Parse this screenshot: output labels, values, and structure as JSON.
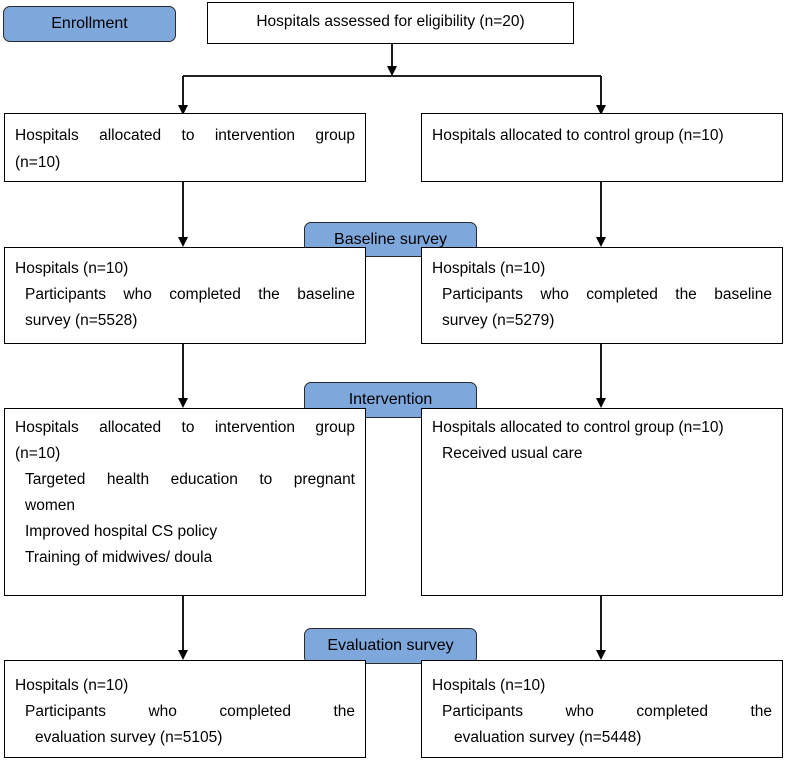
{
  "stages": {
    "enrollment": "Enrollment",
    "baseline": "Baseline survey",
    "intervention": "Intervention",
    "evaluation": "Evaluation survey"
  },
  "eligibility": {
    "text": "Hospitals assessed for eligibility (n=20)"
  },
  "allocation": {
    "intervention": {
      "line1": "Hospitals allocated to intervention group",
      "line2": "(n=10)"
    },
    "control": {
      "text": "Hospitals allocated to control group (n=10)"
    }
  },
  "baseline": {
    "intervention": {
      "hospitals": "Hospitals (n=10)",
      "line1": "Participants who completed the baseline",
      "line2": "survey (n=5528)"
    },
    "control": {
      "hospitals": "Hospitals (n=10)",
      "line1": "Participants who completed the baseline",
      "line2": "survey (n=5279)"
    }
  },
  "intervention": {
    "intervention": {
      "line1": "Hospitals allocated to intervention group",
      "line2": "(n=10)",
      "item1a": "Targeted health education to pregnant",
      "item1b": "women",
      "item2": "Improved hospital CS policy",
      "item3": "Training of midwives/ doula"
    },
    "control": {
      "line1": "Hospitals allocated to control group (n=10)",
      "item1": "Received usual care"
    }
  },
  "evaluation": {
    "intervention": {
      "hospitals": "Hospitals (n=10)",
      "line1": "Participants who completed the",
      "line2": "evaluation survey (n=5105)"
    },
    "control": {
      "hospitals": "Hospitals (n=10)",
      "line1": "Participants who completed the",
      "line2": "evaluation survey (n=5448)"
    }
  }
}
